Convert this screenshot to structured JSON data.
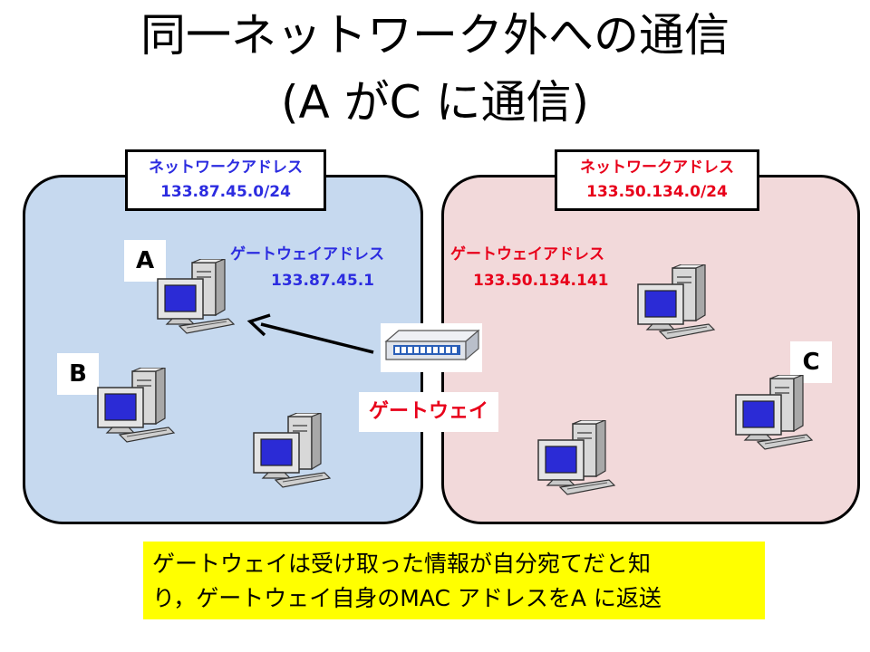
{
  "title": {
    "line1": "同一ネットワーク外への通信",
    "line2": "(A がC に通信)"
  },
  "left_network": {
    "address_title": "ネットワークアドレス",
    "address": "133.87.45.0/24",
    "gateway_title": "ゲートウェイアドレス",
    "gateway_ip": "133.87.45.1",
    "color": "#2c2ce0",
    "background": "#c6d9ef"
  },
  "right_network": {
    "address_title": "ネットワークアドレス",
    "address": "133.50.134.0/24",
    "gateway_title": "ゲートウェイアドレス",
    "gateway_ip": "133.50.134.141",
    "color": "#e8001a",
    "background": "#f2d9da"
  },
  "hosts": {
    "a": "A",
    "b": "B",
    "c": "C"
  },
  "gateway_label": "ゲートウェイ",
  "note": {
    "line1": "ゲートウェイは受け取った情報が自分宛てだと知",
    "line2": "り，ゲートウェイ自身のMAC アドレスをA に返送"
  }
}
